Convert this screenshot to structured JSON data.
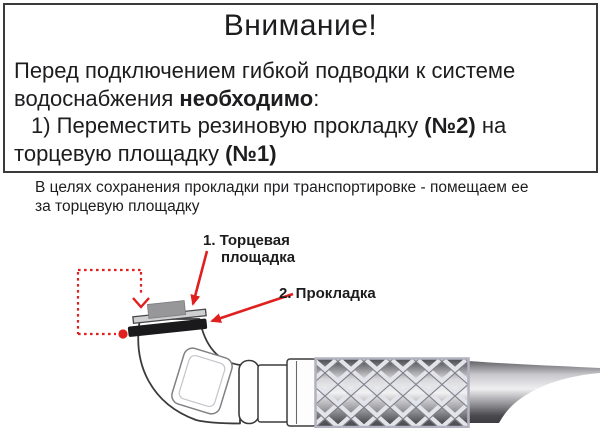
{
  "warning_box": {
    "title": "Внимание!",
    "line1": {
      "t1": "Перед подключением гибкой подводки к системе"
    },
    "line2": {
      "t1": "водоснабжения ",
      "bold": "необходимо",
      "t2": ":"
    },
    "line3": {
      "t1": "1) Переместить резиновую прокладку ",
      "bold": "(№2)",
      "t2": " на"
    },
    "line4": {
      "t1": "торцевую площадку ",
      "bold": "(№1)"
    }
  },
  "note": {
    "line1": "В целях сохранения прокладки при транспортировке - помещаем ее",
    "line2": "за торцевую площадку"
  },
  "diagram": {
    "label_end_platform_line1": "1. Торцевая",
    "label_end_platform_line2": "площадка",
    "label_gasket": "2. Прокладка"
  },
  "colors": {
    "accent_red": "#e01f1f",
    "gasket_black": "#1a1a1c",
    "platform_gray": "#97979a",
    "braid_outline": "#b2b2c0"
  }
}
